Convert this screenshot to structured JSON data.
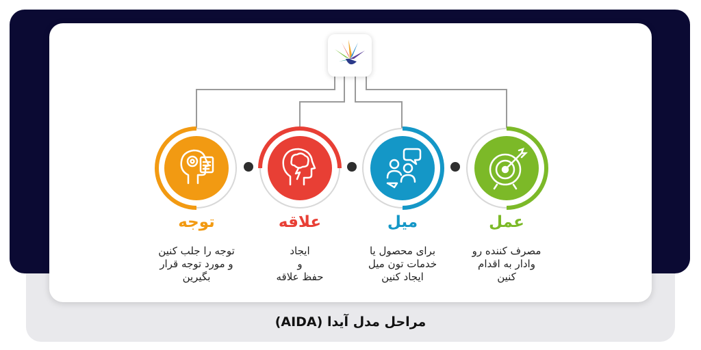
{
  "logo": {
    "icon": "colorful-feather-bird-logo-icon"
  },
  "stages": [
    {
      "key": "action",
      "title": "عمل",
      "description": [
        "مصرف کننده رو",
        "وادار به اقدام",
        "کنین"
      ],
      "color": "#7cb928",
      "icon": "target-arrow-icon"
    },
    {
      "key": "desire",
      "title": "میل",
      "description": [
        "برای محصول یا",
        "خدمات تون میل",
        "ایجاد کنین"
      ],
      "color": "#1497c7",
      "icon": "people-chat-icon"
    },
    {
      "key": "interest",
      "title": "علاقه",
      "description": [
        "ایجاد",
        "و",
        "حفظ علاقه"
      ],
      "color": "#e83f35",
      "icon": "brain-head-icon"
    },
    {
      "key": "attention",
      "title": "توجه",
      "description": [
        "توجه را جلب کنین",
        "و مورد توجه قرار",
        "بگیرین"
      ],
      "color": "#f29a12",
      "icon": "head-gears-icon"
    }
  ],
  "footer": {
    "title": "مراحل مدل آیدا (AIDA)"
  }
}
